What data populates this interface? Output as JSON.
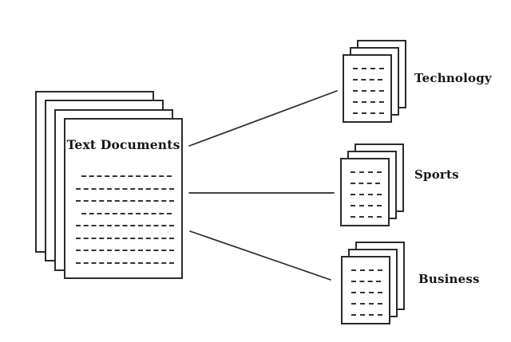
{
  "source_stack": {
    "title": "Text Documents",
    "page_count": 4,
    "text_line_count": 8
  },
  "categories": [
    {
      "label": "Technology",
      "page_count": 3,
      "text_line_count": 5
    },
    {
      "label": "Sports",
      "page_count": 3,
      "text_line_count": 5
    },
    {
      "label": "Business",
      "page_count": 3,
      "text_line_count": 5
    }
  ],
  "colors": {
    "background": "#ffffff",
    "page_fill": "#ffffff",
    "outline": "#2b2b2b",
    "dash": "#333333",
    "text": "#161616",
    "connector": "#2d2d2d"
  }
}
